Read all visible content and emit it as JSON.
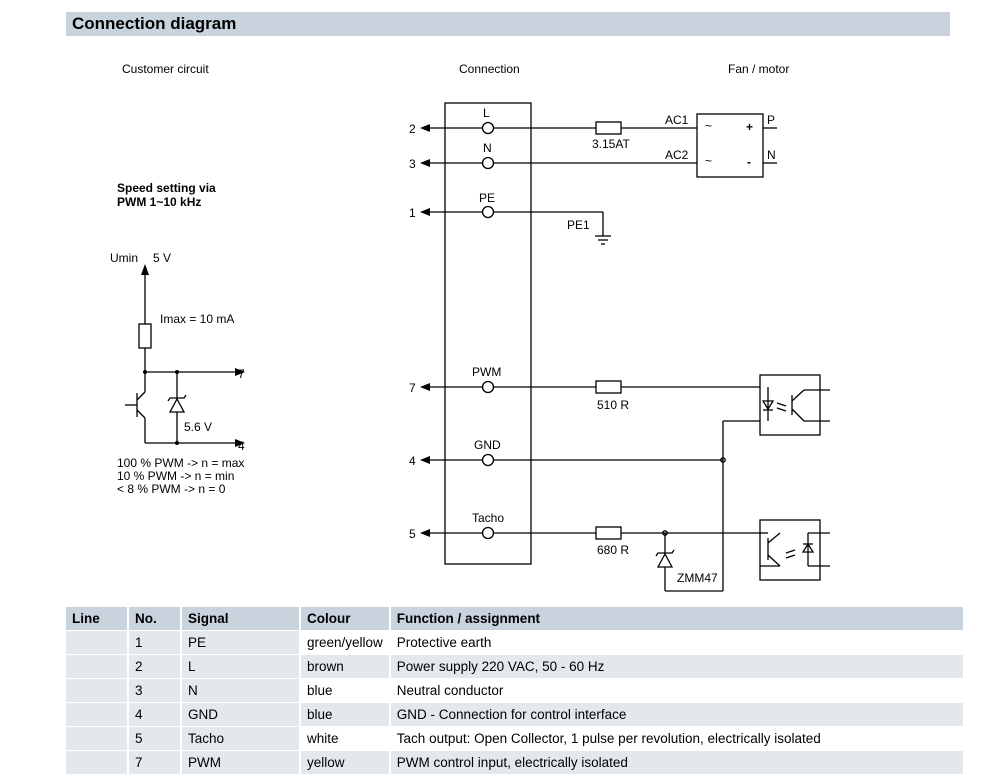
{
  "title": "Connection diagram",
  "headings": {
    "customer": "Customer circuit",
    "connection": "Connection",
    "fan": "Fan / motor"
  },
  "customer_circuit": {
    "speed_line1": "Speed setting via",
    "speed_line2": "PWM 1~10 kHz",
    "umin": "Umin",
    "five_v": "5 V",
    "imax": "Imax = 10 mA",
    "zener": "5.6 V",
    "out7": "7",
    "out4": "4",
    "pwm_rules": [
      "100 % PWM -> n = max",
      "10 % PWM -> n = min",
      "< 8 % PWM -> n = 0"
    ]
  },
  "connection": {
    "pins": [
      {
        "num": "2",
        "label": "L"
      },
      {
        "num": "3",
        "label": "N"
      },
      {
        "num": "1",
        "label": "PE"
      },
      {
        "num": "7",
        "label": "PWM"
      },
      {
        "num": "4",
        "label": "GND"
      },
      {
        "num": "5",
        "label": "Tacho"
      }
    ],
    "fuse": "3.15AT",
    "ac1": "AC1",
    "ac2": "AC2",
    "pe1": "PE1",
    "r_pwm": "510 R",
    "r_tacho": "680 R",
    "zener_tacho": "ZMM47"
  },
  "motor": {
    "p": "P",
    "n": "N",
    "tilde": "~",
    "plus": "+",
    "minus": "-"
  },
  "table": {
    "headers": [
      "Line",
      "No.",
      "Signal",
      "Colour",
      "Function / assignment"
    ],
    "rows": [
      [
        "",
        "1",
        "PE",
        "green/yellow",
        "Protective earth"
      ],
      [
        "",
        "2",
        "L",
        "brown",
        "Power supply 220 VAC, 50 - 60 Hz"
      ],
      [
        "",
        "3",
        "N",
        "blue",
        "Neutral conductor"
      ],
      [
        "",
        "4",
        "GND",
        "blue",
        "GND - Connection for control interface"
      ],
      [
        "",
        "5",
        "Tacho",
        "white",
        "Tach output: Open Collector, 1 pulse per revolution, electrically isolated"
      ],
      [
        "",
        "7",
        "PWM",
        "yellow",
        "PWM control input, electrically isolated"
      ]
    ]
  }
}
